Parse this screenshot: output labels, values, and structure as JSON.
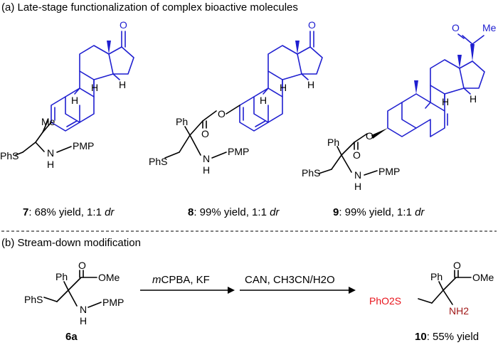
{
  "section_a": {
    "title": "(a) Late-stage functionalization of complex bioactive molecules"
  },
  "section_b": {
    "title": "(b) Stream-down modification"
  },
  "compounds": {
    "c7": {
      "number": "7",
      "caption_rest": ": 68% yield, 1:1 ",
      "dr": "dr",
      "labels": {
        "ketone_o": "O",
        "h_a": "H",
        "h_b": "H",
        "h_c": "H",
        "me": "Me",
        "phs": "PhS",
        "nh_n": "N",
        "nh_h": "H",
        "pmp": "PMP"
      }
    },
    "c8": {
      "number": "8",
      "caption_rest": ": 99% yield, 1:1 ",
      "dr": "dr",
      "labels": {
        "ketone_o": "O",
        "h_a": "H",
        "h_b": "H",
        "h_c": "H",
        "ph": "Ph",
        "o_carbonyl": "O",
        "o_ester": "O",
        "phs": "PhS",
        "nh_n": "N",
        "nh_h": "H",
        "pmp": "PMP"
      }
    },
    "c9": {
      "number": "9",
      "caption_rest": ": 99% yield, 1:1 ",
      "dr": "dr",
      "labels": {
        "acetyl_o": "O",
        "acetyl_me": "Me",
        "h_a": "H",
        "h_b": "H",
        "ph": "Ph",
        "o_carbonyl": "O",
        "o_ester": "O",
        "phs": "PhS",
        "nh_n": "N",
        "nh_h": "H",
        "pmp": "PMP"
      }
    },
    "c6a": {
      "number": "6a",
      "labels": {
        "o_carbonyl": "O",
        "ome": "OMe",
        "ph": "Ph",
        "phs": "PhS",
        "nh_n": "N",
        "nh_h": "H",
        "pmp": "PMP"
      }
    },
    "c10": {
      "number": "10",
      "caption_rest": ": 55% yield",
      "labels": {
        "o_carbonyl": "O",
        "ome": "OMe",
        "ph": "Ph",
        "pho2s": "PhO2S",
        "nh2": "NH2"
      }
    }
  },
  "reactions": {
    "step1": {
      "reagent_italic": "m",
      "reagent_rest": "CPBA, KF"
    },
    "step2": {
      "reagents": "CAN, CH3CN/H2O"
    }
  },
  "colors": {
    "scaffold": "#1f1fd0",
    "sulfone": "#e8141c",
    "amine": "#a01717",
    "divider": "#333333"
  }
}
